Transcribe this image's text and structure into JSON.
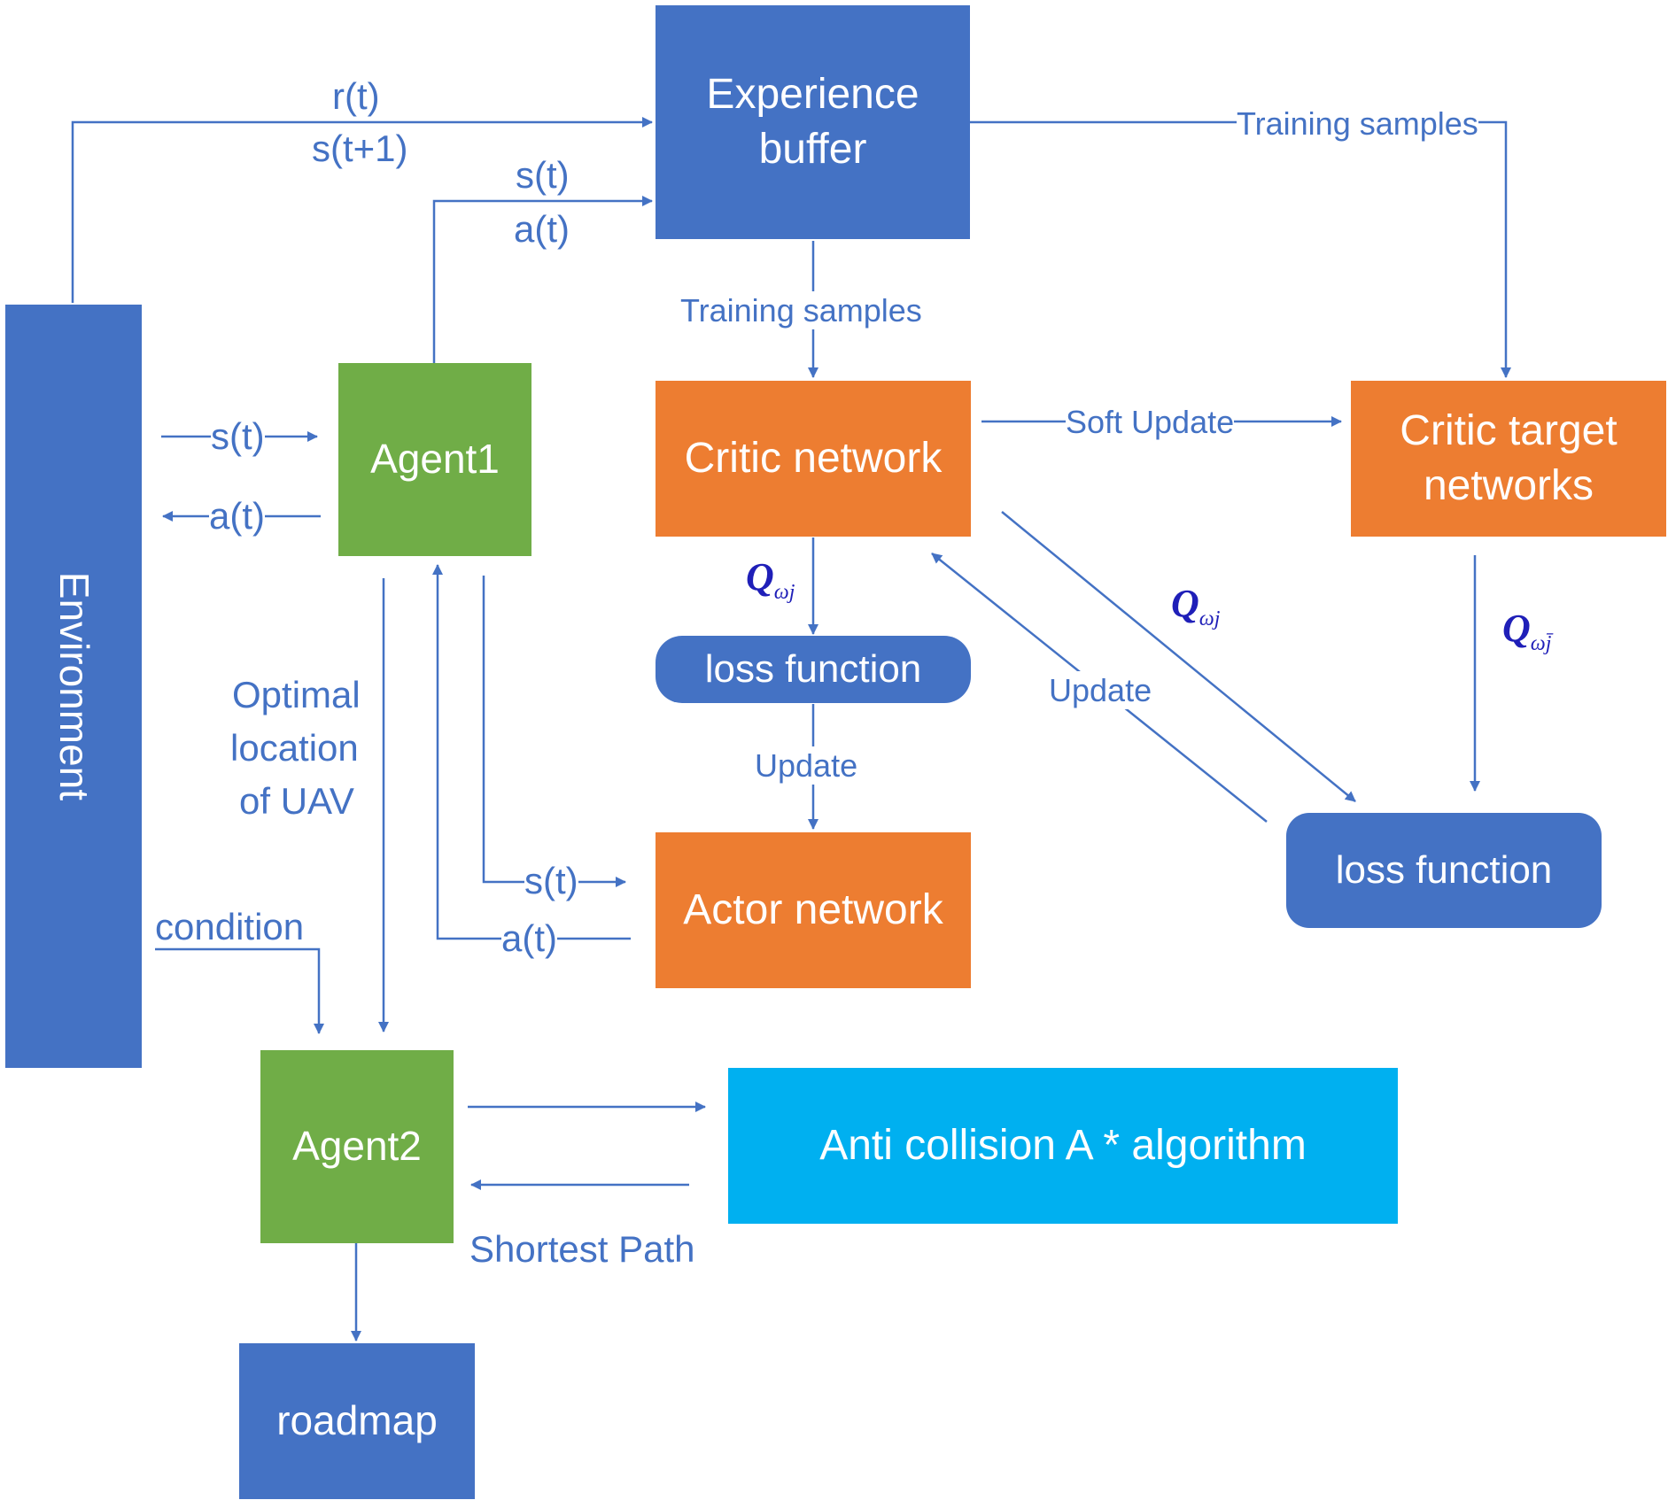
{
  "nodes": {
    "environment": "Environment",
    "experience_buffer": "Experience buffer",
    "agent1": "Agent1",
    "critic_network": "Critic network",
    "critic_target": "Critic target networks",
    "loss_function_1": "loss function",
    "loss_function_2": "loss function",
    "actor_network": "Actor network",
    "agent2": "Agent2",
    "anti_collision": "Anti collision A * algorithm",
    "roadmap": "roadmap"
  },
  "edges": {
    "rt": "r(t)",
    "st1": "s(t+1)",
    "buf_st": "s(t)",
    "buf_at": "a(t)",
    "training_samples_right": "Training samples",
    "training_samples_down": "Training samples",
    "env_st": "s(t)",
    "env_at": "a(t)",
    "soft_update": "Soft Update",
    "update_actor": "Update",
    "update_critic": "Update",
    "optimal_location": [
      "Optimal",
      "location",
      "of UAV"
    ],
    "condition": "condition",
    "actor_st": "s(t)",
    "actor_at": "a(t)",
    "shortest_path": "Shortest Path"
  },
  "math": {
    "q_critic_symbol": "Q",
    "q_critic_sub": "ωj",
    "q_cross_symbol": "Q",
    "q_cross_sub": "ωj",
    "q_target_symbol": "Q",
    "q_target_sub": "ωj̄"
  },
  "colors": {
    "blue": "#4472c4",
    "orange": "#ed7d31",
    "green": "#70ad47",
    "cyan": "#00b0f0",
    "line": "#4472c4",
    "math": "#1f1fb8"
  }
}
